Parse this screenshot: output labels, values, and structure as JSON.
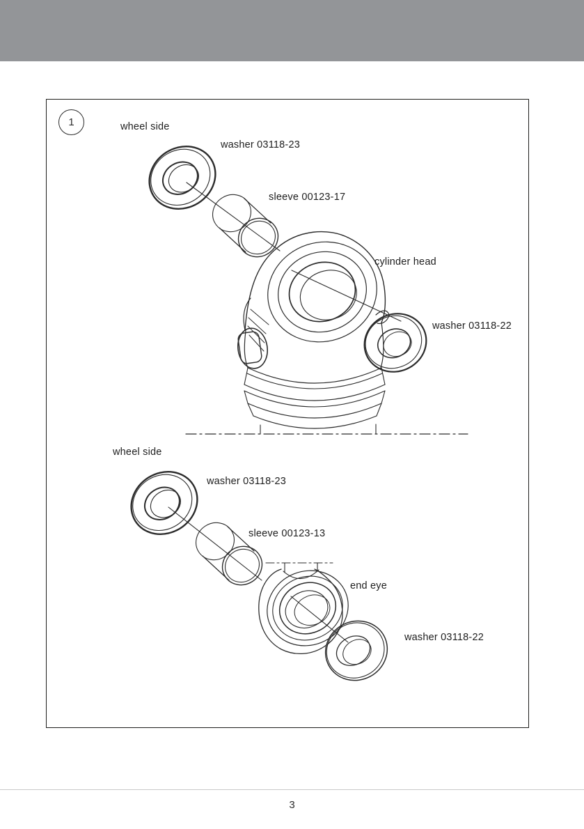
{
  "page": {
    "number": "3"
  },
  "figure": {
    "number": "1",
    "top": {
      "side": "wheel side",
      "washer_top": "washer 03118-23",
      "sleeve": "sleeve 00123-17",
      "body": "cylinder head",
      "washer_bottom": "washer 03118-22"
    },
    "bottom": {
      "side": "wheel side",
      "washer_top": "washer 03118-23",
      "sleeve": "sleeve 00123-13",
      "body": "end eye",
      "washer_bottom": "washer 03118-22"
    }
  },
  "colors": {
    "header_bar": "#939598",
    "line": "#2b2b2b",
    "footer_rule": "#c9c9c9"
  }
}
